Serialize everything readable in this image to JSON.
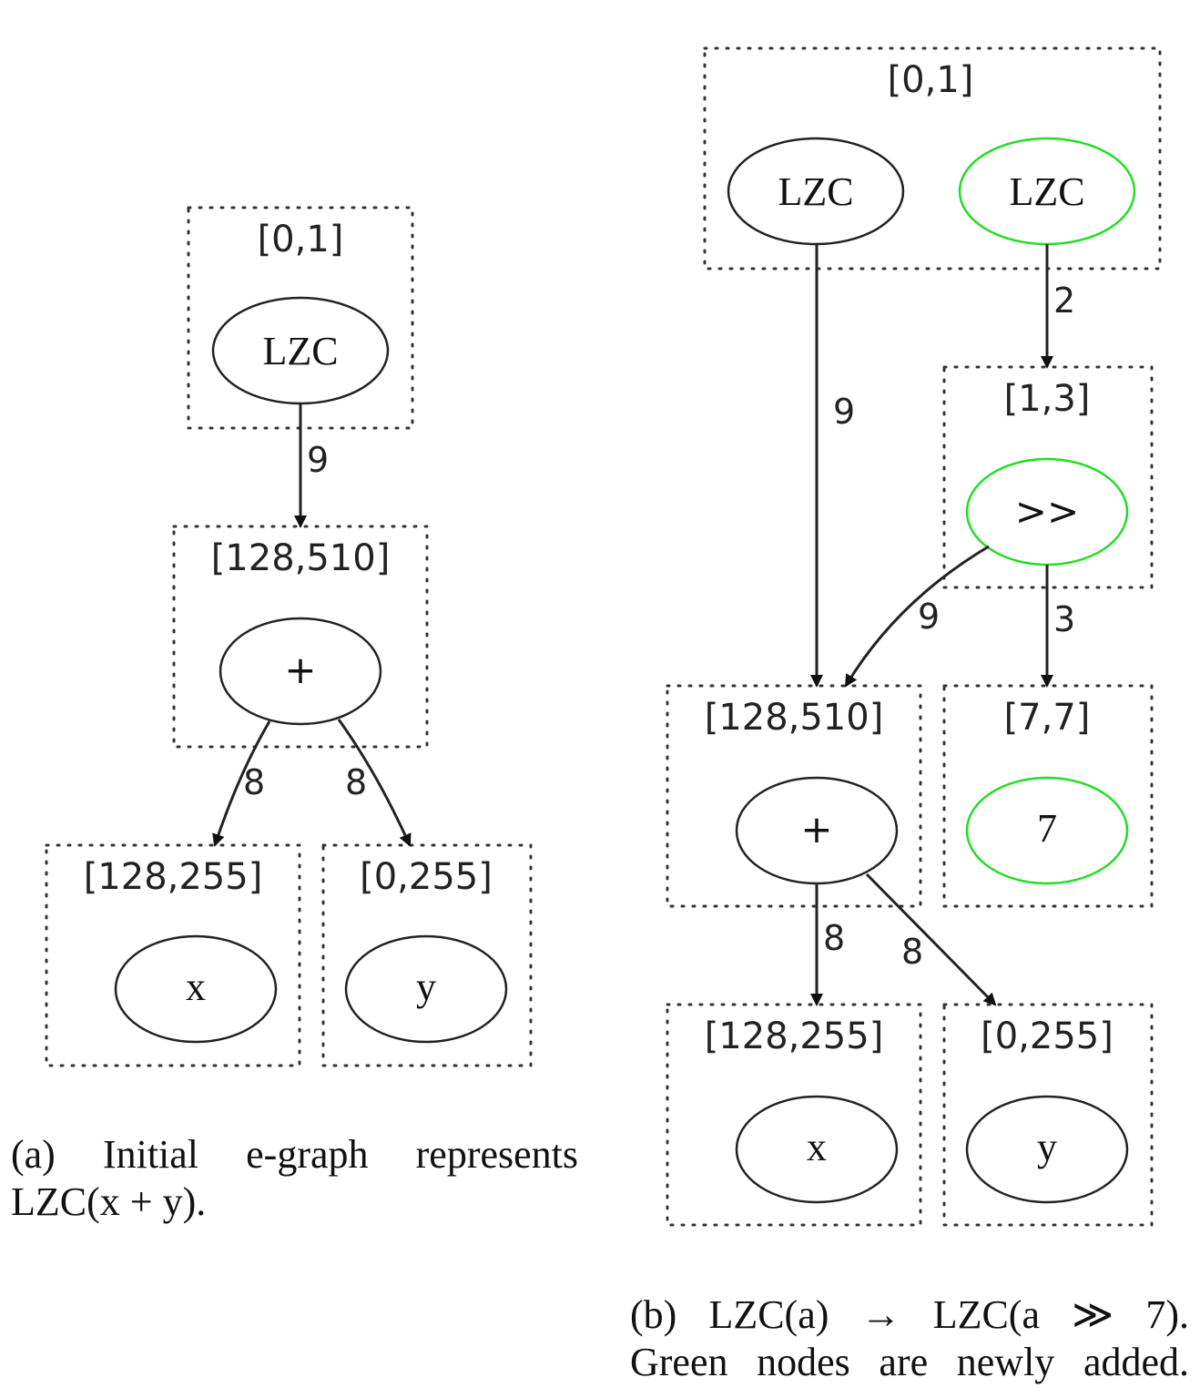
{
  "diagram_a": {
    "clusters": {
      "top": "[0,1]",
      "mid": "[128,510]",
      "left": "[128,255]",
      "right": "[0,255]"
    },
    "nodes": {
      "lzc": "LZC",
      "plus": "+",
      "x": "x",
      "y": "y"
    },
    "edges": {
      "lzc_to_plus": "9",
      "plus_to_x": "8",
      "plus_to_y": "8"
    },
    "caption_line1": "(a) Initial e-graph represents",
    "caption_line2": "LZC(x + y)."
  },
  "diagram_b": {
    "clusters": {
      "top": "[0,1]",
      "shift": "[1,3]",
      "sum": "[128,510]",
      "seven": "[7,7]",
      "x": "[128,255]",
      "y": "[0,255]"
    },
    "nodes": {
      "lzc_old": "LZC",
      "lzc_new": "LZC",
      "shift": ">>",
      "plus": "+",
      "seven": "7",
      "x": "x",
      "y": "y"
    },
    "edges": {
      "lzc_old_to_plus": "9",
      "lzc_new_to_shift": "2",
      "shift_to_plus": "9",
      "shift_to_seven": "3",
      "plus_to_x": "8",
      "plus_to_y": "8"
    },
    "caption_line1": "(b) LZC(a) → LZC(a ≫ 7).",
    "caption_line2": "Green nodes are newly added."
  },
  "colors": {
    "existing_node": "#222222",
    "new_node": "#22dd22"
  }
}
